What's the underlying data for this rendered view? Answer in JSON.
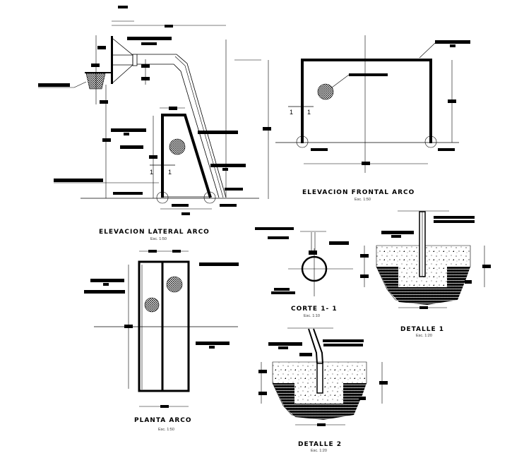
{
  "drawing": {
    "views": [
      {
        "id": "elevacion-lateral",
        "title": "ELEVACION LATERAL ARCO",
        "scale": "Esc. 1:50"
      },
      {
        "id": "elevacion-frontal",
        "title": "ELEVACION FRONTAL ARCO",
        "scale": "Esc. 1:50"
      },
      {
        "id": "planta",
        "title": "PLANTA ARCO",
        "scale": "Esc. 1:50"
      },
      {
        "id": "corte",
        "title": "CORTE 1- 1",
        "scale": "Esc. 1:10"
      },
      {
        "id": "detalle-1",
        "title": "DETALLE 1",
        "scale": "Esc. 1:20"
      },
      {
        "id": "detalle-2",
        "title": "DETALLE 2",
        "scale": "Esc. 1:20"
      }
    ],
    "section_marks": [
      "1",
      "1"
    ],
    "colors": {
      "ink": "#000000",
      "paper": "#ffffff",
      "scale_text": "#333333"
    }
  }
}
